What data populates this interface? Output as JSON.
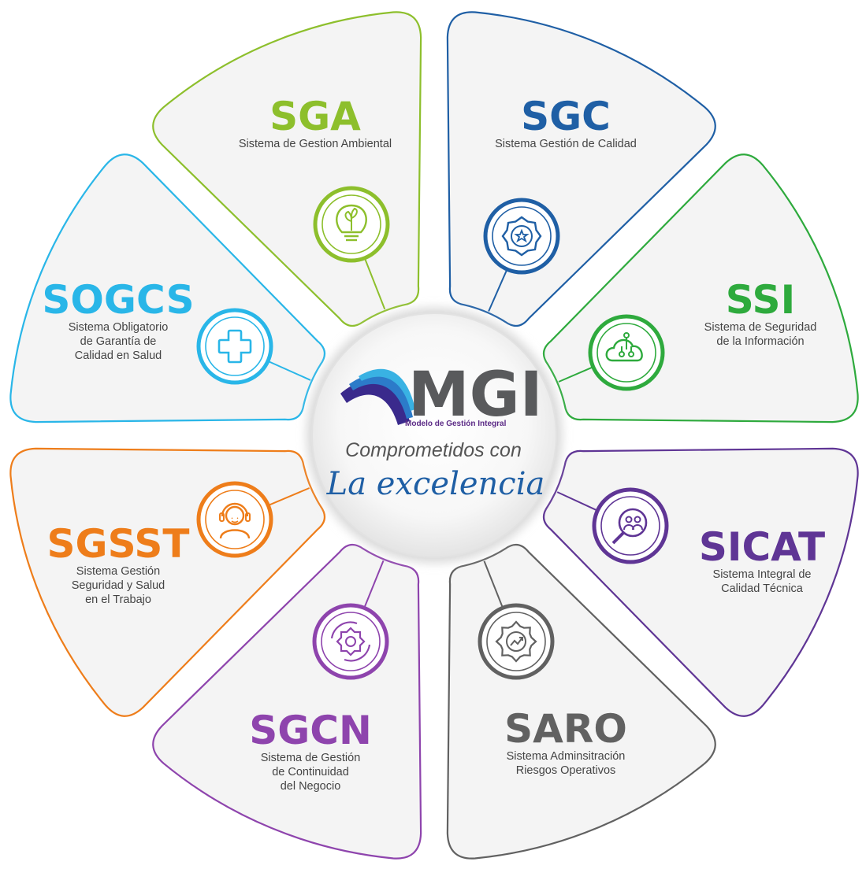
{
  "center": {
    "logo_text": "MGI",
    "logo_subtitle": "Modelo de Gestión Integral",
    "tagline_1": "Comprometidos con",
    "tagline_2": "La excelencia"
  },
  "segments": [
    {
      "id": "sga",
      "abbr": "SGA",
      "desc": [
        "Sistema de Gestion Ambiental"
      ],
      "color": "#8dbf2c",
      "icon": "lightbulb-plant-icon"
    },
    {
      "id": "sgc",
      "abbr": "SGC",
      "desc": [
        "Sistema Gestión de Calidad"
      ],
      "color": "#1f5fa5",
      "icon": "quality-seal-icon"
    },
    {
      "id": "ssi",
      "abbr": "SSI",
      "desc": [
        "Sistema de Seguridad",
        "de la Información"
      ],
      "color": "#2eaa3d",
      "icon": "cloud-network-icon"
    },
    {
      "id": "sicat",
      "abbr": "SICAT",
      "desc": [
        "Sistema Integral de",
        "Calidad Técnica"
      ],
      "color": "#5f3595",
      "icon": "magnifier-people-icon"
    },
    {
      "id": "saro",
      "abbr": "SARO",
      "desc": [
        "Sistema Adminsitración",
        "Riesgos Operativos"
      ],
      "color": "#616161",
      "icon": "gear-chart-icon"
    },
    {
      "id": "sgcn",
      "abbr": "SGCN",
      "desc": [
        "Sistema de Gestión",
        "de Continuidad",
        "del Negocio"
      ],
      "color": "#8e44ad",
      "icon": "gear-cycle-icon"
    },
    {
      "id": "sgsst",
      "abbr": "SGSST",
      "desc": [
        "Sistema Gestión",
        "Seguridad y Salud",
        "en el Trabajo"
      ],
      "color": "#ee7d1a",
      "icon": "headset-person-icon"
    },
    {
      "id": "sogcs",
      "abbr": "SOGCS",
      "desc": [
        "Sistema Obligatorio",
        "de Garantía de",
        "Calidad en Salud"
      ],
      "color": "#29b6e8",
      "icon": "medical-cross-icon"
    }
  ]
}
